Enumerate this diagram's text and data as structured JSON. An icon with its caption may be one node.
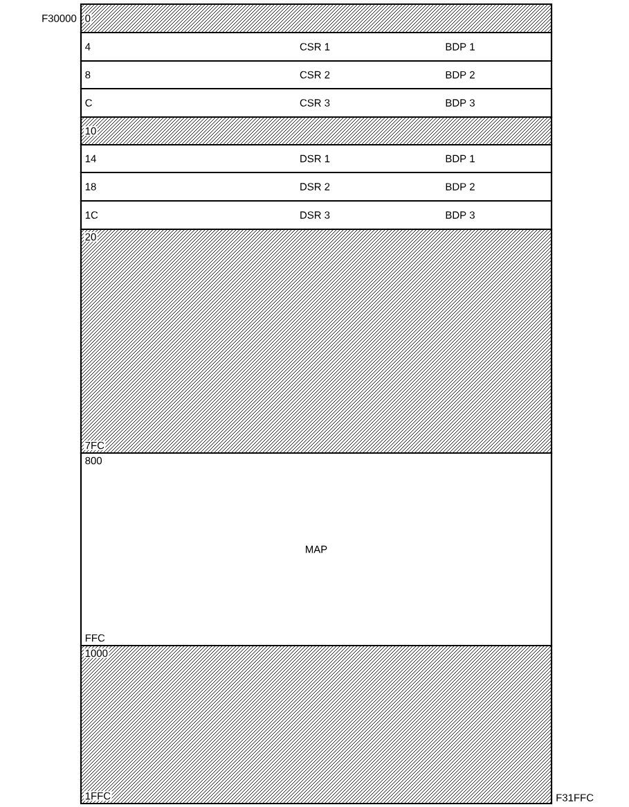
{
  "diagram": {
    "nodes": [
      {
        "text": [
          "0"
        ],
        "beside": [
          "F30000"
        ]
      },
      {
        "text": [
          "4",
          "CSR 1",
          "BDP 1"
        ]
      },
      {
        "text": [
          "8",
          "CSR 2",
          "BDP 2"
        ]
      },
      {
        "text": [
          "C",
          "CSR 3",
          "BDP 3"
        ]
      },
      {
        "text": [
          "10"
        ]
      },
      {
        "text": [
          "14",
          "DSR 1",
          "BDP 1"
        ]
      },
      {
        "text": [
          "18",
          "DSR 2",
          "BDP 2"
        ]
      },
      {
        "text": [
          "1C",
          "DSR 3",
          "BDP 3"
        ]
      },
      {
        "text": [
          "20",
          "7FC"
        ]
      },
      {
        "text": [
          "800",
          "MAP",
          "FFC"
        ]
      },
      {
        "text": [
          "1000",
          "1FFC"
        ],
        "beside": [
          "F31FFC"
        ]
      }
    ]
  }
}
